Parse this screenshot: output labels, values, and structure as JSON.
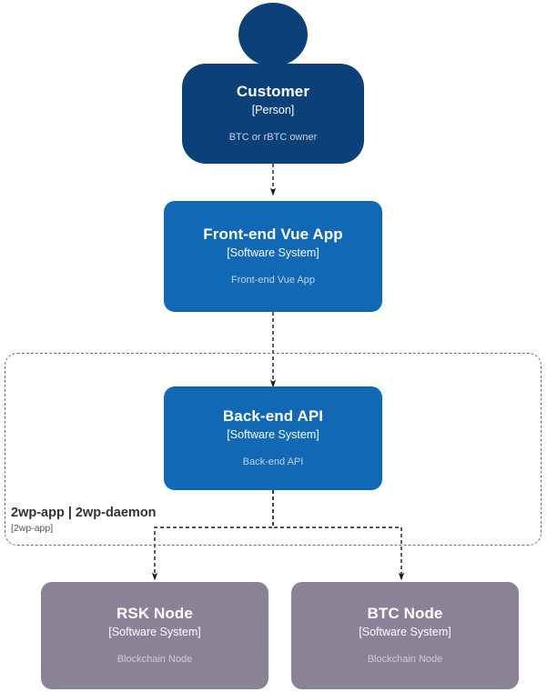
{
  "diagram": {
    "type": "C4 System Context",
    "boundary": {
      "label": "2wp-app | 2wp-daemon",
      "sublabel": "[2wp-app]"
    },
    "nodes": [
      {
        "id": "customer",
        "shape": "person",
        "title": "Customer",
        "type": "[Person]",
        "description": "BTC or rBTC owner",
        "color": "#0b4178"
      },
      {
        "id": "frontend",
        "shape": "box",
        "title": "Front-end Vue App",
        "type": "[Software System]",
        "description": "Front-end Vue App",
        "color": "#1168b4"
      },
      {
        "id": "backend",
        "shape": "box",
        "title": "Back-end API",
        "type": "[Software System]",
        "description": "Back-end API",
        "color": "#1168b4"
      },
      {
        "id": "rsk-node",
        "shape": "box",
        "title": "RSK Node",
        "type": "[Software System]",
        "description": "Blockchain Node",
        "color": "#8a8398"
      },
      {
        "id": "btc-node",
        "shape": "box",
        "title": "BTC Node",
        "type": "[Software System]",
        "description": "Blockchain Node",
        "color": "#8a8398"
      }
    ],
    "edges": [
      {
        "from": "customer",
        "to": "frontend",
        "style": "dashed",
        "label": ""
      },
      {
        "from": "frontend",
        "to": "backend",
        "style": "dashed",
        "label": ""
      },
      {
        "from": "backend",
        "to": "rsk-node",
        "style": "dashed",
        "label": ""
      },
      {
        "from": "backend",
        "to": "btc-node",
        "style": "dashed",
        "label": ""
      }
    ]
  }
}
